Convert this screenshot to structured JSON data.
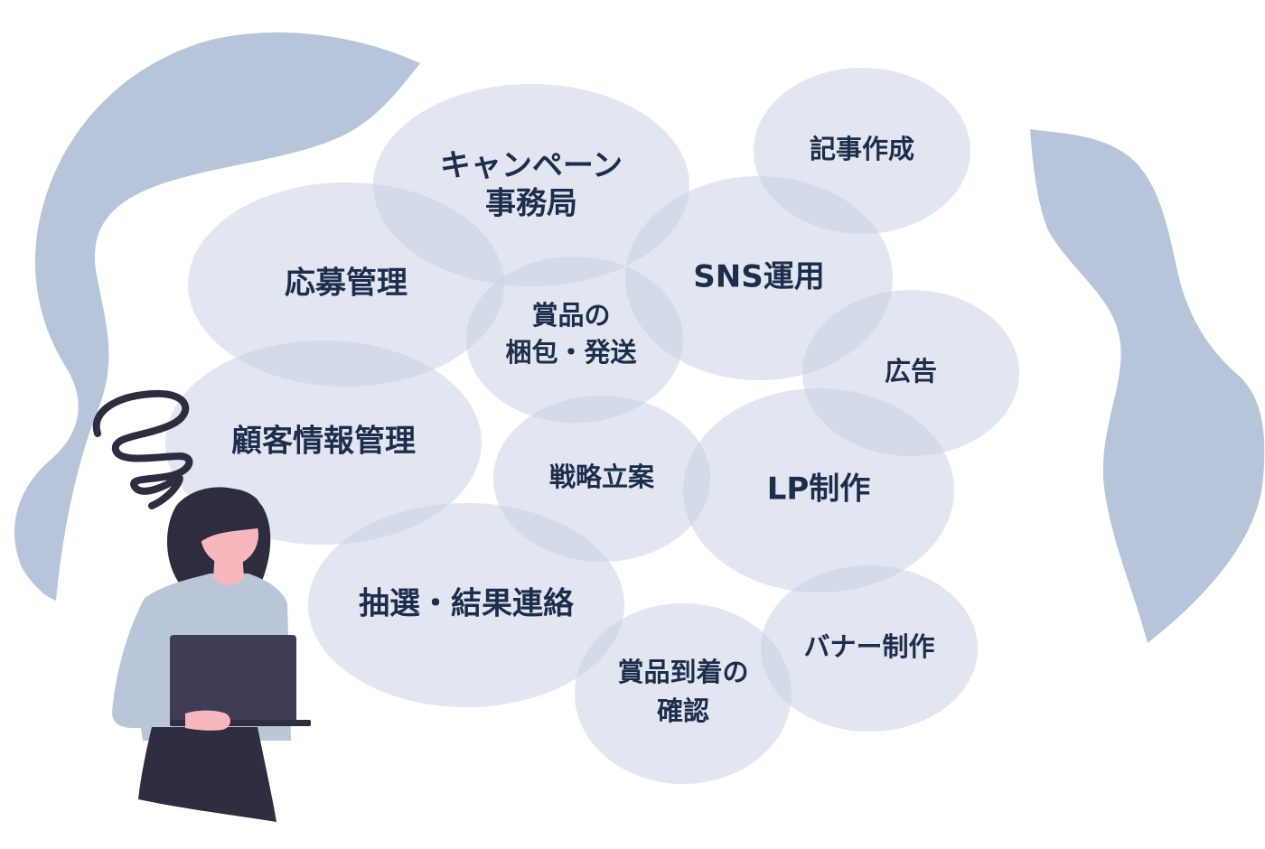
{
  "colors": {
    "blob": "#b6c5da",
    "bubble": "#c9d1e3",
    "text": "#1f2d4d",
    "hair": "#2e2c3f",
    "skin": "#f7b8bd",
    "shirt": "#b9c5d8",
    "laptop": "#3f3d56",
    "skirt": "#2f2e41"
  },
  "tasks": {
    "campaign_line1": "キャンペーン",
    "campaign_line2": "事務局",
    "article": "記事作成",
    "entry": "応募管理",
    "sns": "SNS運用",
    "prize_pack_line1": "賞品の",
    "prize_pack_line2": "梱包・発送",
    "ads": "広告",
    "customer": "顧客情報管理",
    "strategy": "戦略立案",
    "lp": "LP制作",
    "lottery": "抽選・結果連絡",
    "banner": "バナー制作",
    "prize_check_line1": "賞品到着の",
    "prize_check_line2": "確認"
  },
  "icons": {
    "person": "confused-woman-with-laptop",
    "spiral": "confusion-spiral-icon"
  }
}
